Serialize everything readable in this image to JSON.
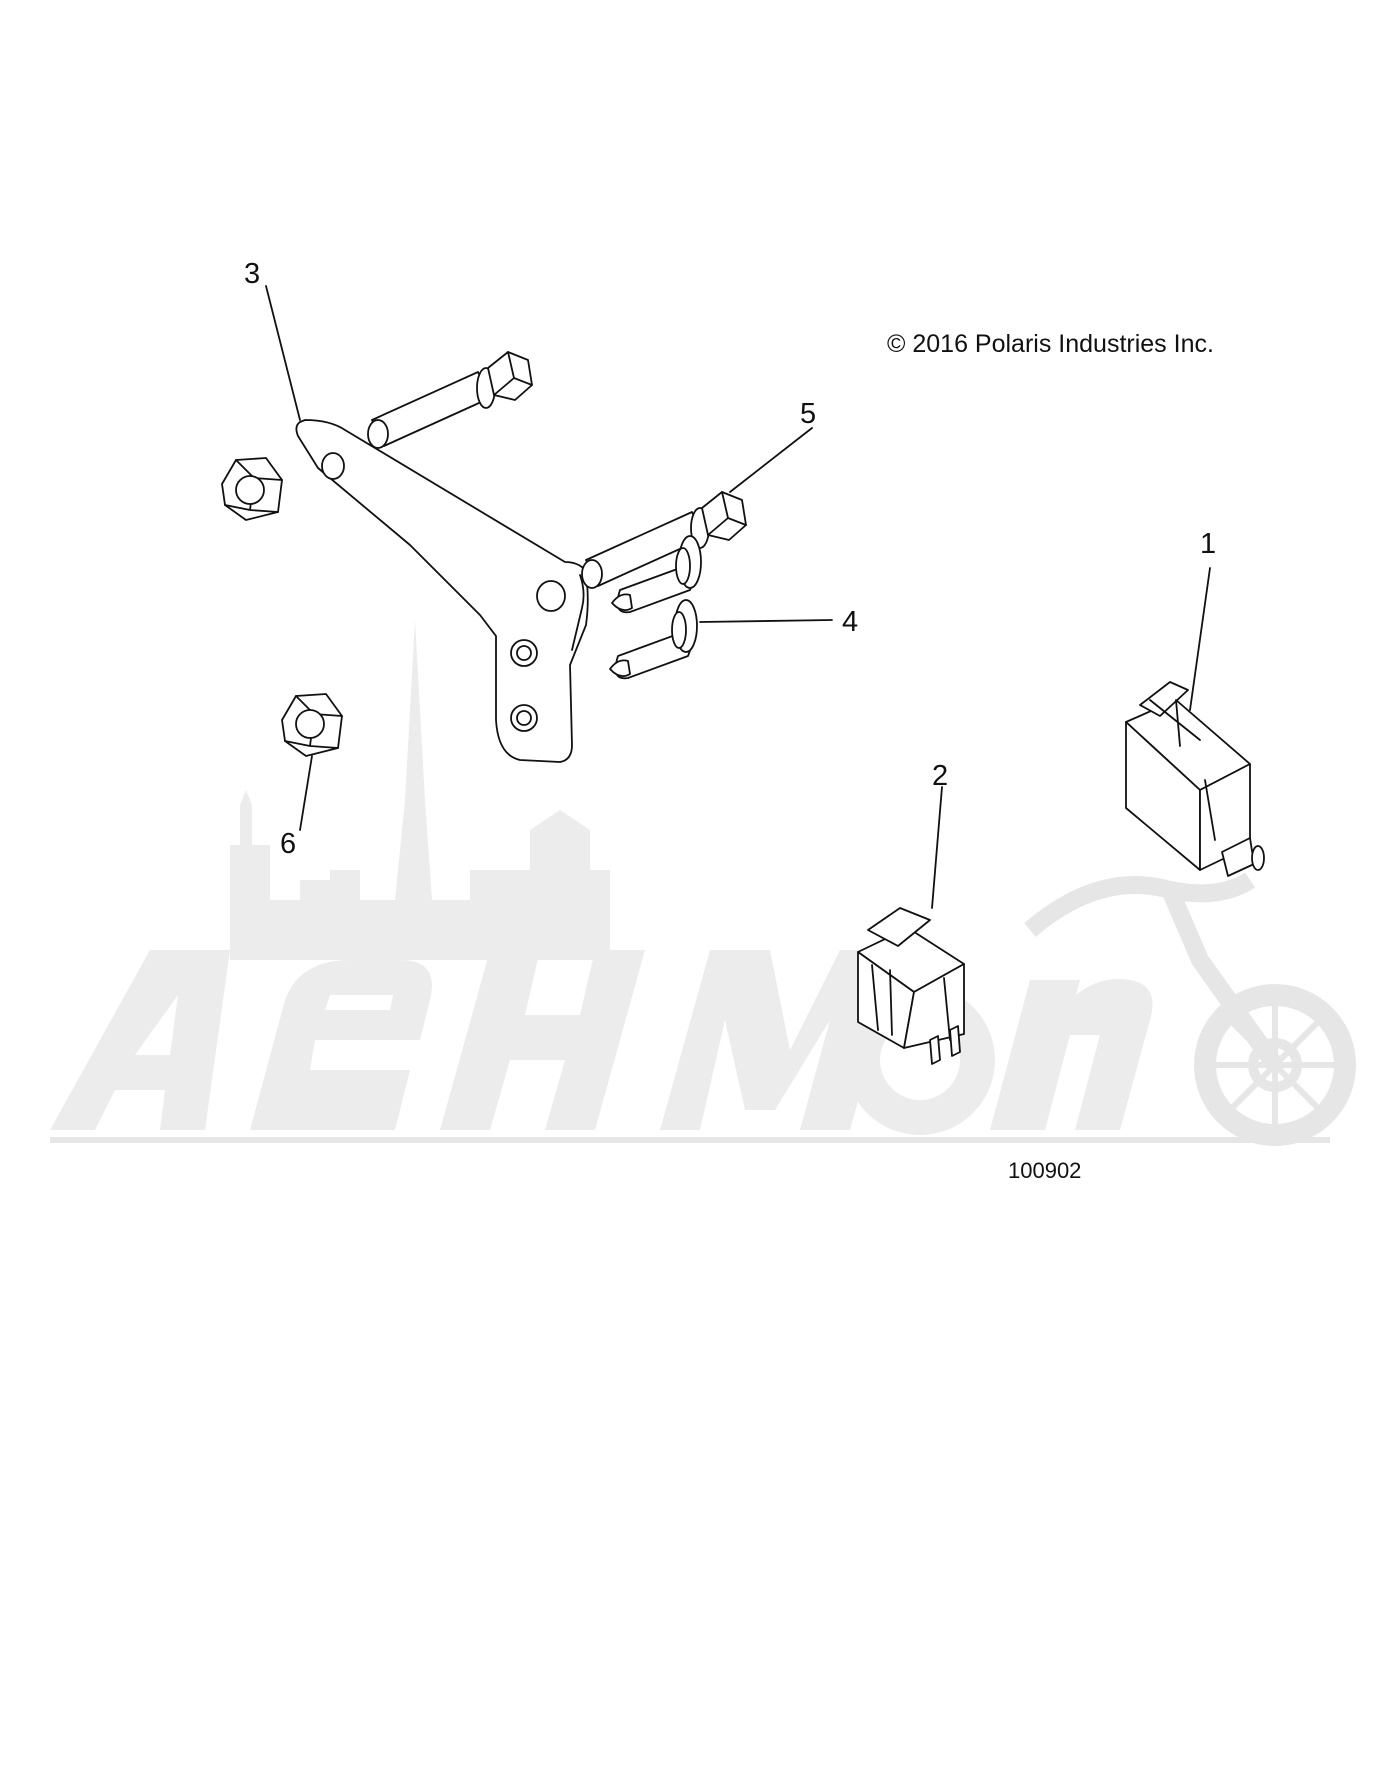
{
  "copyright": "© 2016 Polaris Industries Inc.",
  "figure_number": "100902",
  "watermark_text": "АвиМото",
  "callouts": [
    {
      "id": "1",
      "label": "1",
      "part": "rocker-switch-a"
    },
    {
      "id": "2",
      "label": "2",
      "part": "rocker-switch-b"
    },
    {
      "id": "3",
      "label": "3",
      "part": "mounting-bracket"
    },
    {
      "id": "4",
      "label": "4",
      "part": "push-rivet"
    },
    {
      "id": "5",
      "label": "5",
      "part": "flange-bolt"
    },
    {
      "id": "6",
      "label": "6",
      "part": "flange-nut"
    }
  ],
  "colors": {
    "line": "#111111",
    "watermark": "#e8e8e8",
    "background": "#ffffff"
  }
}
